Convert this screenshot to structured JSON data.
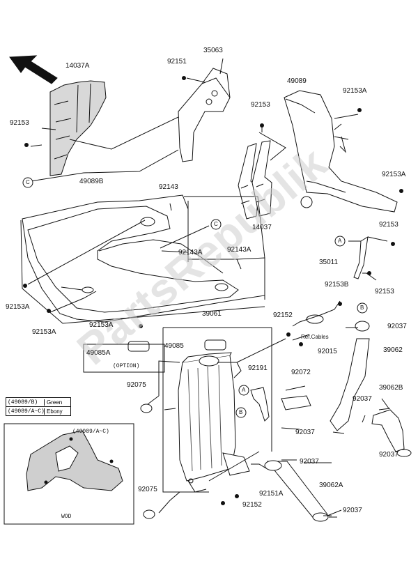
{
  "watermark": "PartsRepublik",
  "labels": {
    "p14037A": "14037A",
    "p35063": "35063",
    "p92151_top": "92151",
    "p92153_l": "92153",
    "p49089": "49089",
    "p92153A_r1": "92153A",
    "p92153_m": "92153",
    "p92153A_r2": "92153A",
    "p49089B": "49089B",
    "p92143": "92143",
    "p14037": "14037",
    "p92153_r3": "92153",
    "p92143A_1": "92143A",
    "p92143A_2": "92143A",
    "p35011": "35011",
    "p92153_r4": "92153",
    "p92153A_l2": "92153A",
    "p92153B": "92153B",
    "p92153A_b": "92153A",
    "p39061": "39061",
    "p92152_t": "92152",
    "p92037_1": "92037",
    "p49085": "49085",
    "p92015": "92015",
    "p39062": "39062",
    "p49085A": "49085A",
    "p92191": "92191",
    "p92072": "92072",
    "p92075_t": "92075",
    "p39062B": "39062B",
    "p92037_2": "92037",
    "p92037_3": "92037",
    "p92037_4": "92037",
    "p92037_5": "92037",
    "p92075_b": "92075",
    "p92151A": "92151A",
    "p39062A": "39062A",
    "p92152_b": "92152",
    "p92037_6": "92037"
  },
  "callouts": {
    "A": "A",
    "B": "B",
    "C": "C"
  },
  "ref_cables": "Ref.Cables",
  "option_box": {
    "label": "(OPTION)"
  },
  "color_table": [
    {
      "code": "(49089/B)",
      "color": "Green"
    },
    {
      "code": "(49089/A~C)",
      "color": "Ebony"
    }
  ],
  "inset": {
    "title": "(49089/A~C)",
    "caption": "WOD"
  }
}
